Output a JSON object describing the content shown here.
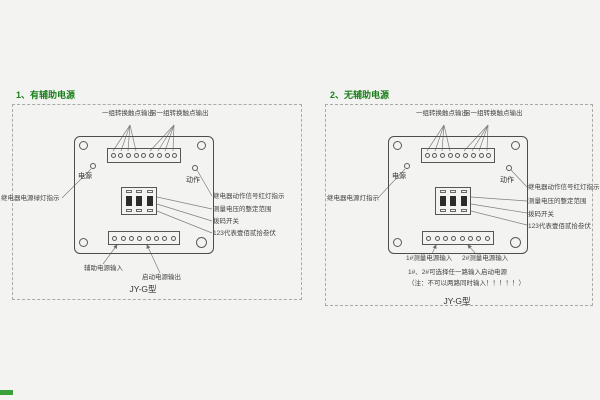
{
  "colors": {
    "background": "#f3f3f1",
    "title_green": "#1b7f1b",
    "line": "#808080",
    "artifact_green": "#3aa13a"
  },
  "icons": {
    "screw": "circle-outline",
    "terminal": "circle-outline",
    "led": "circle-outline",
    "arrow_up": "line-with-arrowhead"
  },
  "panels": [
    {
      "title": "1、有辅助电源",
      "top_labels": {
        "left": "一组转换触点输出",
        "right": "另一组转换触点输出"
      },
      "device": {
        "power_label": "电源",
        "action_label": "动作"
      },
      "left_label": "继电器电源绿灯指示",
      "right_labels": [
        "继电器动作信号红灯指示",
        "测量电压的整定范围",
        "拨码开关",
        "123代表壹佰贰拾叁伏"
      ],
      "bottom_labels": [
        "辅助电源输入",
        "启动电源输出"
      ],
      "notes": [],
      "model": "JY-G型"
    },
    {
      "title": "2、无辅助电源",
      "top_labels": {
        "left": "一组转换触点输出",
        "right": "另一组转换触点输出"
      },
      "device": {
        "power_label": "电源",
        "action_label": "动作"
      },
      "left_label": "继电器电源灯指示",
      "right_labels": [
        "继电器动作信号红灯指示",
        "测量电压的整定范围",
        "拨码开关",
        "123代表壹佰贰拾叁伏"
      ],
      "bottom_labels": [
        "1#测量电源输入",
        "2#测量电源输入"
      ],
      "notes": [
        "1#、2#可选择任一路输入启动电源",
        "（注：不可以两路同时输入！！！！！）"
      ],
      "model": "JY-G型"
    }
  ]
}
